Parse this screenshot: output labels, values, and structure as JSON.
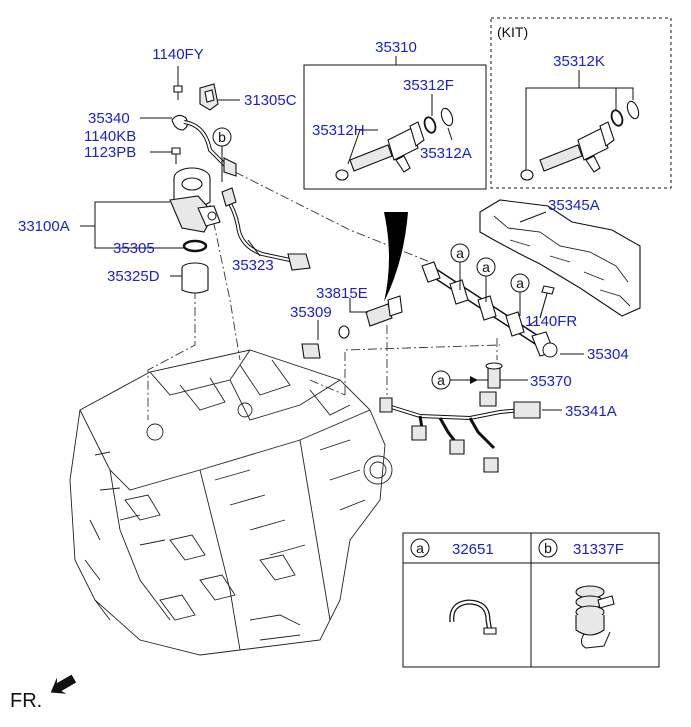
{
  "diagram": {
    "kit_label": "(KIT)",
    "front_label": "FR.",
    "callouts": [
      {
        "id": "1140FY",
        "text": "1140FY"
      },
      {
        "id": "31305C",
        "text": "31305C"
      },
      {
        "id": "35340",
        "text": "35340"
      },
      {
        "id": "1140KB",
        "text": "1140KB"
      },
      {
        "id": "1123PB",
        "text": "1123PB"
      },
      {
        "id": "33100A",
        "text": "33100A"
      },
      {
        "id": "35305",
        "text": "35305"
      },
      {
        "id": "35325D",
        "text": "35325D"
      },
      {
        "id": "35323",
        "text": "35323"
      },
      {
        "id": "35310",
        "text": "35310"
      },
      {
        "id": "35312F",
        "text": "35312F"
      },
      {
        "id": "35312H",
        "text": "35312H"
      },
      {
        "id": "35312A",
        "text": "35312A"
      },
      {
        "id": "35312K",
        "text": "35312K"
      },
      {
        "id": "35345A",
        "text": "35345A"
      },
      {
        "id": "33815E",
        "text": "33815E"
      },
      {
        "id": "35309",
        "text": "35309"
      },
      {
        "id": "1140FR",
        "text": "1140FR"
      },
      {
        "id": "35304",
        "text": "35304"
      },
      {
        "id": "35370",
        "text": "35370"
      },
      {
        "id": "35341A",
        "text": "35341A"
      }
    ],
    "reference_markers": {
      "a": "a",
      "b": "b"
    },
    "legend": {
      "a_letter": "a",
      "a_part": "32651",
      "b_letter": "b",
      "b_part": "31337F"
    }
  }
}
